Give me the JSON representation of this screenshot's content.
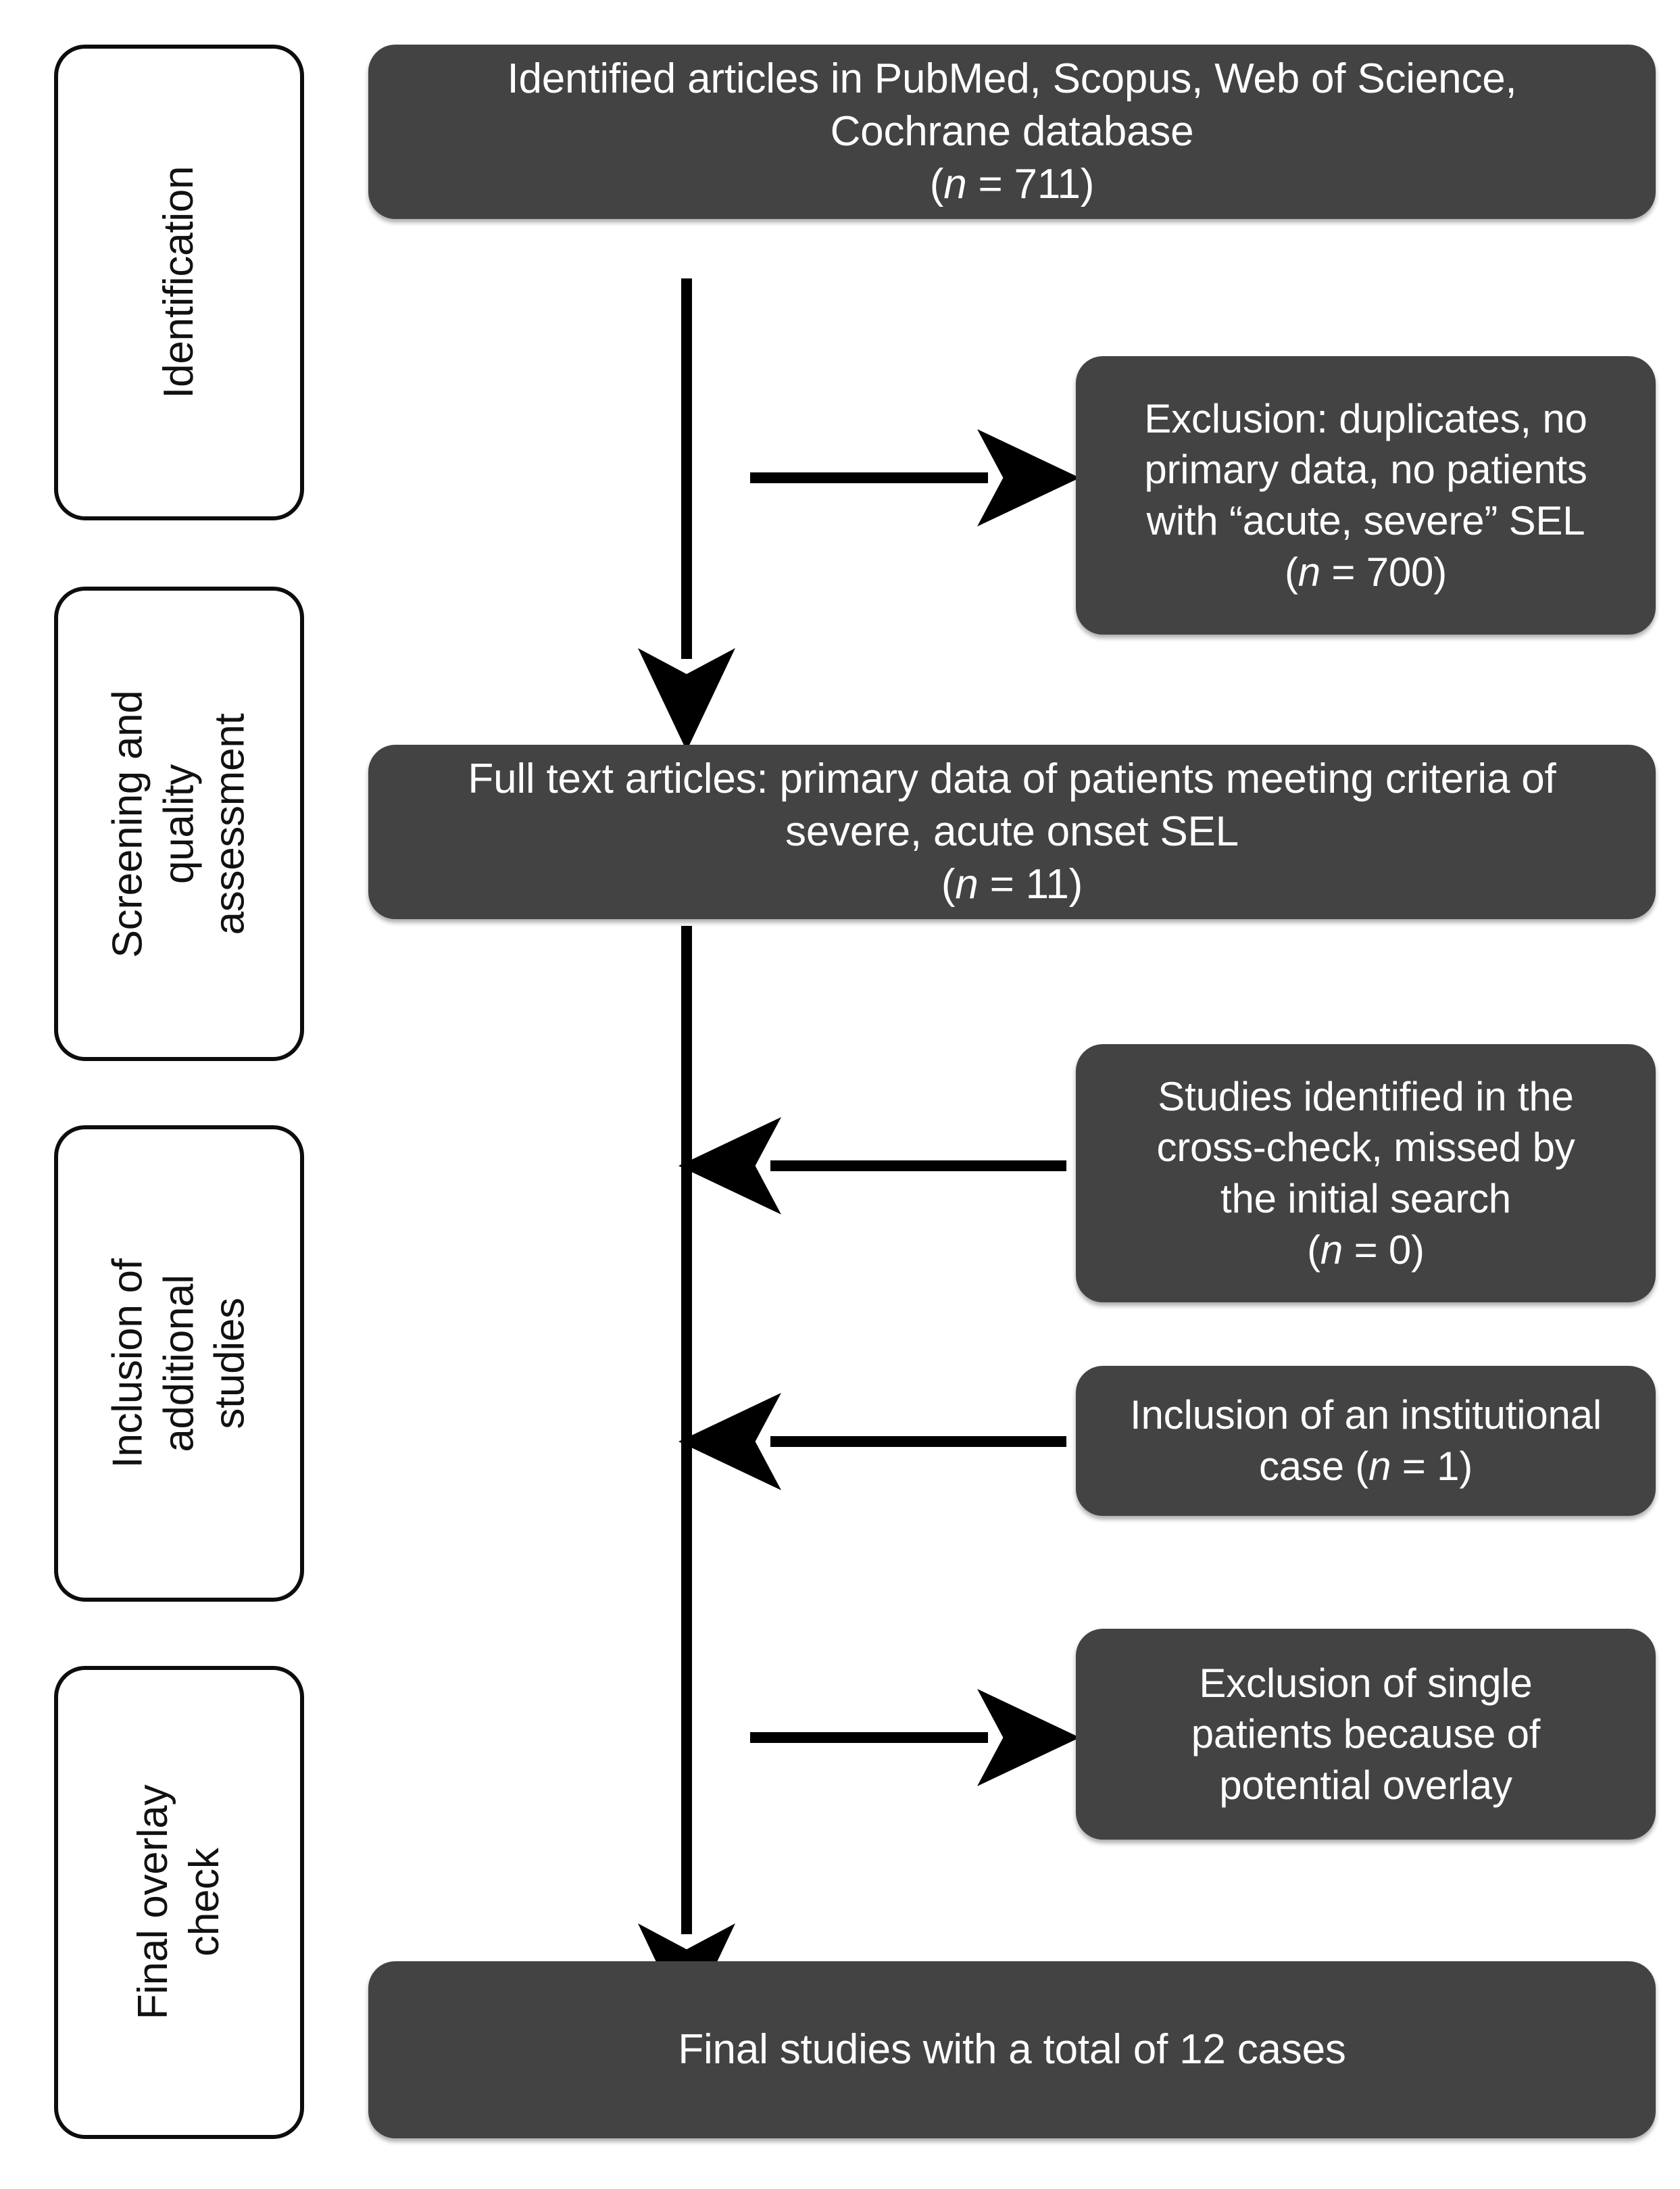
{
  "figure": {
    "type": "prisma-flow-diagram",
    "background": "#ffffff",
    "node_fill": "#434343",
    "node_text_color": "#ffffff",
    "stage_border_color": "#0d0d0d",
    "arrow_color": "#000000"
  },
  "stages": [
    {
      "id": "identification",
      "label": "Identification"
    },
    {
      "id": "screening-quality-assessment",
      "label": "Screening and\nquality\nassessment"
    },
    {
      "id": "inclusion-additional-studies",
      "label": "Inclusion of\nadditional\nstudies"
    },
    {
      "id": "final-overlay-check",
      "label": "Final overlay\ncheck"
    }
  ],
  "nodes": {
    "identified_articles": {
      "line1": "Identified articles in PubMed, Scopus, Web of Science,",
      "line2": "Cochrane database",
      "count_prefix": "(",
      "count_italic": "n",
      "count_suffix": " = 711)"
    },
    "exclusion_duplicates": {
      "line1": "Exclusion: duplicates, no",
      "line2": "primary data, no patients",
      "line3": "with “acute, severe” SEL",
      "count_prefix": "(",
      "count_italic": "n",
      "count_suffix": " = 700)"
    },
    "full_text_articles": {
      "line1": "Full text articles: primary data of patients meeting criteria of",
      "line2": "severe, acute onset SEL",
      "count_prefix": "(",
      "count_italic": "n",
      "count_suffix": " = 11)"
    },
    "cross_check_studies": {
      "line1": "Studies identified in the",
      "line2": "cross-check, missed by",
      "line3": "the initial search",
      "count_prefix": "(",
      "count_italic": "n",
      "count_suffix": " = 0)"
    },
    "institutional_case": {
      "line1": "Inclusion of an institutional",
      "line2_prefix": "case (",
      "line2_italic": "n",
      "line2_suffix": " = 1)"
    },
    "exclusion_overlay": {
      "line1": "Exclusion of single",
      "line2": "patients  because of",
      "line3": "potential overlay"
    },
    "final_studies": {
      "line1": "Final studies with a total of 12 cases"
    }
  },
  "arrows": [
    {
      "id": "spine-identification-to-screening",
      "direction": "down"
    },
    {
      "id": "branch-to-exclusion-duplicates",
      "direction": "right"
    },
    {
      "id": "spine-screening-to-final",
      "direction": "down"
    },
    {
      "id": "branch-from-cross-check",
      "direction": "left"
    },
    {
      "id": "branch-from-institutional-case",
      "direction": "left"
    },
    {
      "id": "branch-to-exclusion-overlay",
      "direction": "right"
    }
  ]
}
